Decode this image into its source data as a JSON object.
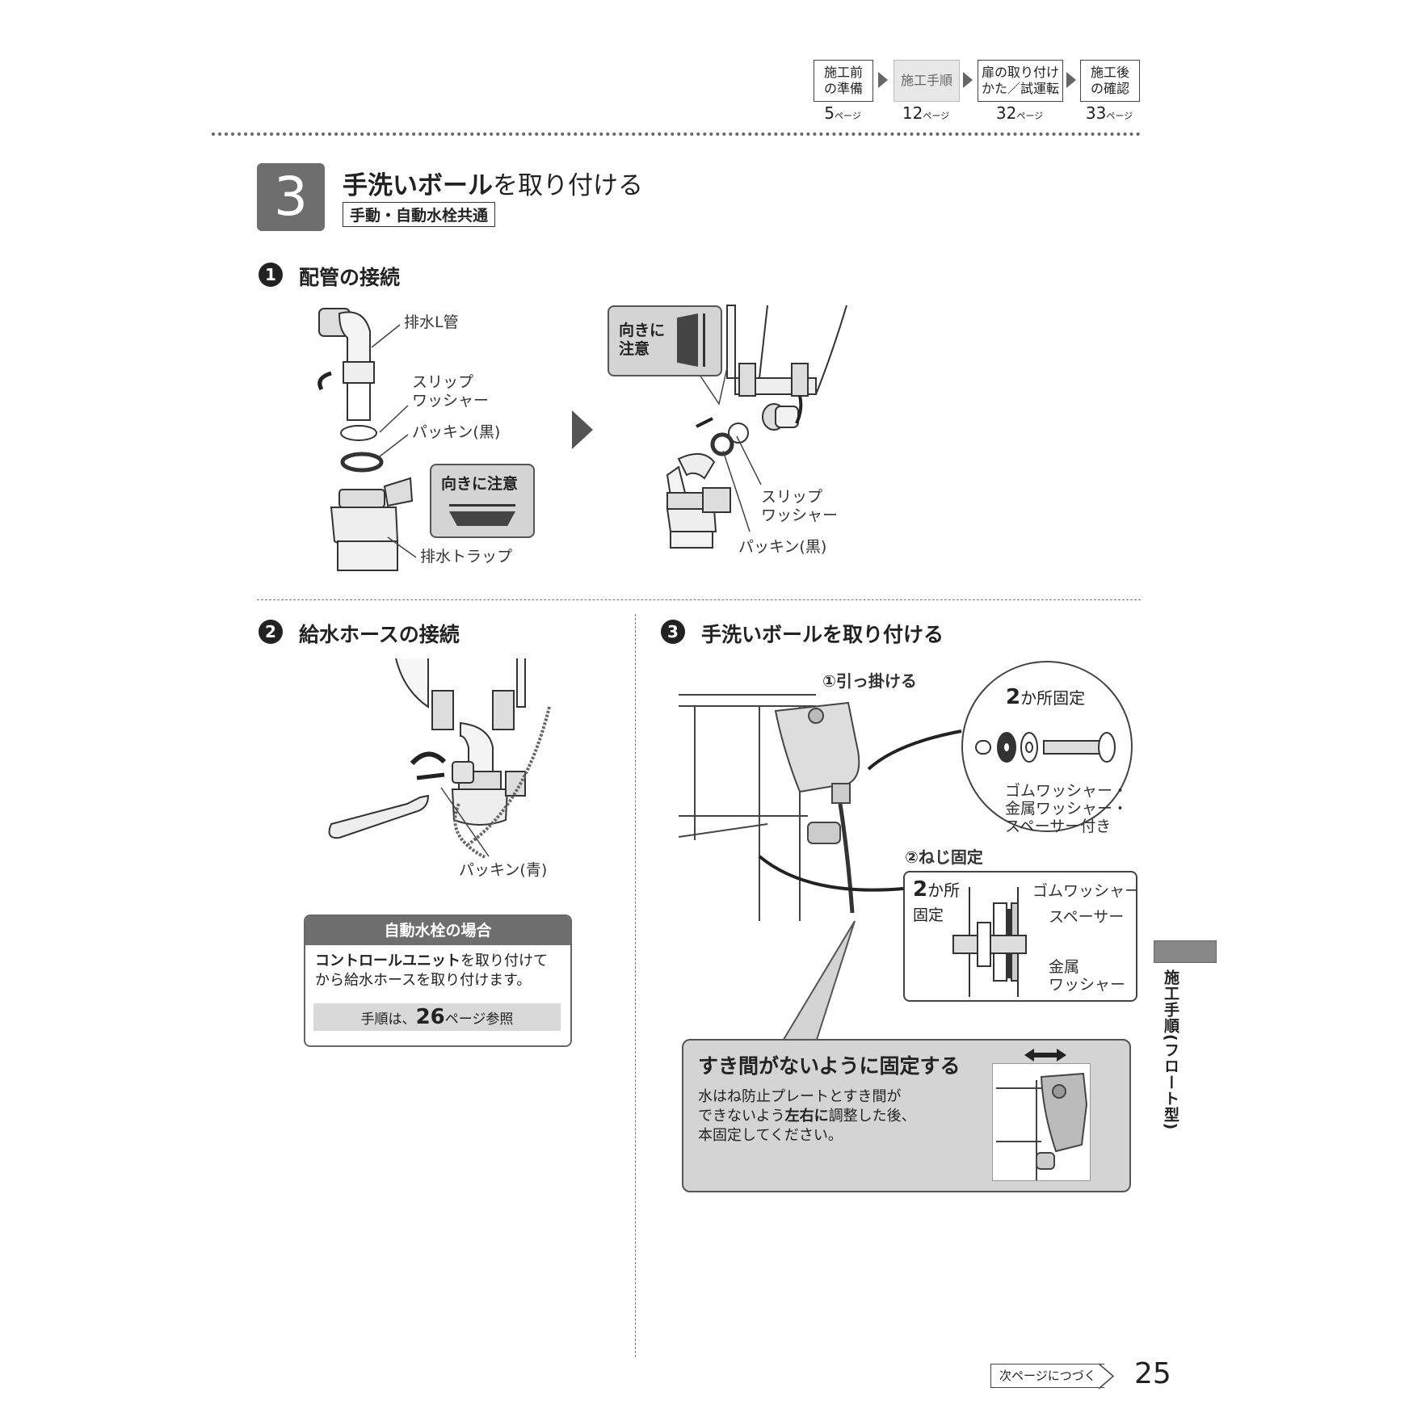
{
  "nav": {
    "steps": [
      {
        "label": "施工前\nの準備",
        "page_num": "5",
        "page_suffix": "ページ"
      },
      {
        "label": "施工手順",
        "page_num": "12",
        "page_suffix": "ページ"
      },
      {
        "label": "扉の取り付け\nかた／試運転",
        "page_num": "32",
        "page_suffix": "ページ"
      },
      {
        "label": "施工後\nの確認",
        "page_num": "33",
        "page_suffix": "ページ"
      }
    ],
    "active_index": 1
  },
  "section": {
    "number": "3",
    "title_bold": "手洗いボール",
    "title_rest": "を取り付ける",
    "subtitle": "手動・自動水栓共通"
  },
  "step1": {
    "num": "1",
    "title": "配管の接続",
    "labels": {
      "l_pipe": "排水L管",
      "slip_washer": "スリップ\nワッシャー",
      "packing_black": "パッキン(黒)",
      "caution_orient": "向きに注意",
      "drain_trap": "排水トラップ",
      "caution_orient_box": "向きに\n注意",
      "slip_washer_2": "スリップ\nワッシャー",
      "packing_black_2": "パッキン(黒)"
    }
  },
  "step2": {
    "num": "2",
    "title": "給水ホースの接続",
    "packing_blue": "パッキン(青)",
    "auto_box": {
      "header": "自動水栓の場合",
      "body_bold": "コントロールユニット",
      "body_rest_1": "を取り付けて",
      "body_line2": "から給水ホースを取り付けます。",
      "ref_prefix": "手順は、",
      "ref_page": "26",
      "ref_suffix": "ページ参照"
    }
  },
  "step3": {
    "num": "3",
    "title": "手洗いボールを取り付ける",
    "hook_label": "①引っ掛ける",
    "circle_title_num": "2",
    "circle_title_rest": "か所固定",
    "circle_caption": "ゴムワッシャー・\n金属ワッシャー・\nスペーサー付き",
    "screw_label": "②ねじ固定",
    "detail": {
      "count_num": "2",
      "count_rest": "か所",
      "fix": "固定",
      "rubber_washer": "ゴムワッシャー",
      "spacer": "スペーサー",
      "metal_washer": "金属\nワッシャー"
    },
    "note": {
      "title": "すき間がないように固定する",
      "line1": "水はね防止プレートとすき間が",
      "line2_pre": "できないよう",
      "line2_bold": "左右に",
      "line2_post": "調整した後、",
      "line3": "本固定してください。"
    }
  },
  "side_tab": "施工手順(フロート型)",
  "footer": {
    "next": "次ページにつづく",
    "page": "25"
  }
}
